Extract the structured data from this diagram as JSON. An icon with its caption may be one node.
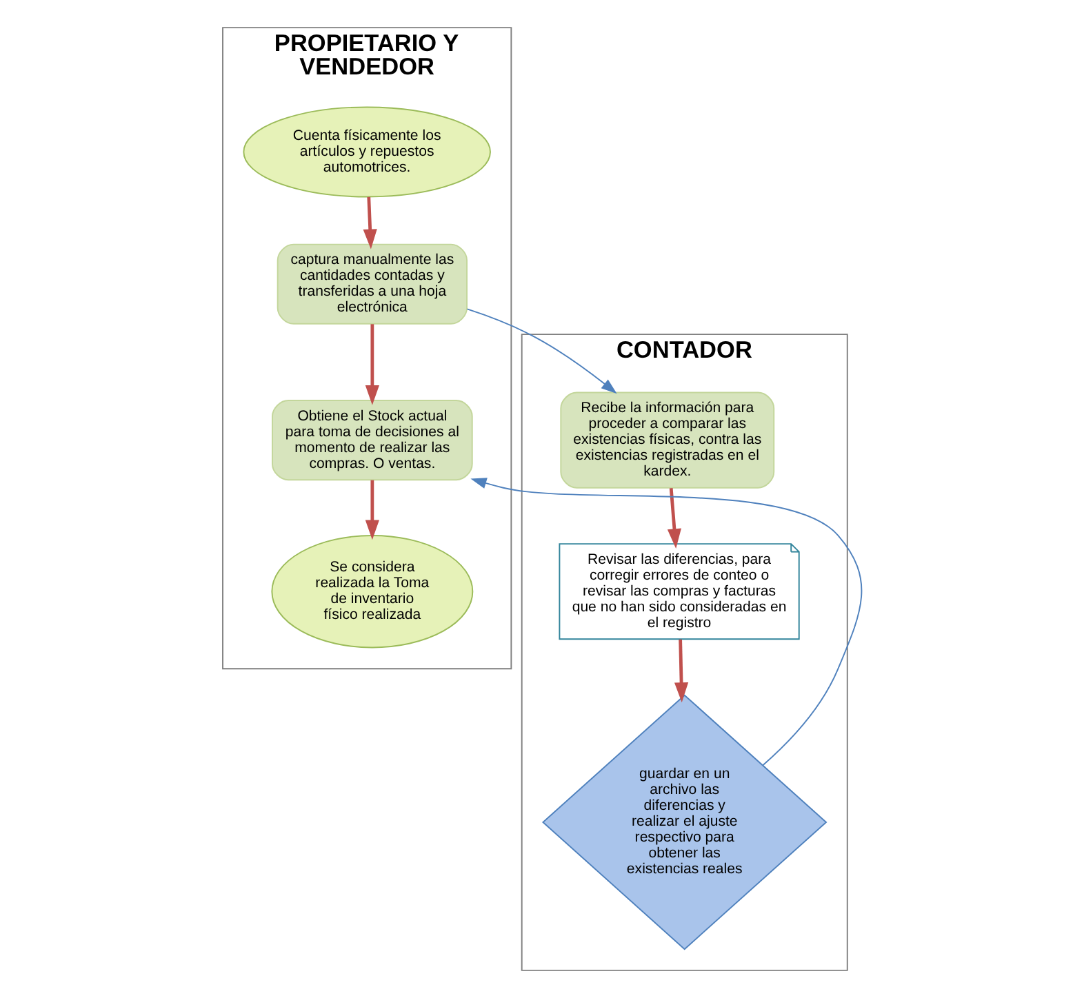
{
  "diagram": {
    "nodes": [
      {
        "text": [
          "PROPIETARIO Y VENDEDOR"
        ]
      },
      {
        "text": [
          "Cuenta físicamente los artículos y repuestos automotrices."
        ],
        "in": 0
      },
      {
        "text": [
          "captura manualmente las cantidades contadas y transferidas a una hoja electrónica"
        ],
        "in": 0
      },
      {
        "text": [
          "Obtiene el Stock actual para toma de decisiones al momento de realizar las compras. O ventas."
        ],
        "in": 0
      },
      {
        "text": [
          "Se considera realizada la Toma de inventario físico realizada"
        ],
        "in": 0
      },
      {
        "text": [
          "CONTADOR"
        ]
      },
      {
        "text": [
          "Recibe la información para proceder a comparar las existencias físicas, contra las existencias registradas en el kardex."
        ],
        "in": 5
      },
      {
        "text": [
          "Revisar las diferencias, para corregir errores de conteo o revisar las compras y facturas que no han sido consideradas en el registro"
        ],
        "in": 5
      },
      {
        "text": [
          "guardar en un archivo las diferencias y realizar el ajuste respectivo para obtener las existencias reales"
        ],
        "in": 5
      }
    ],
    "edges": [
      {
        "from": 1,
        "to": 2,
        "arrow": "to"
      },
      {
        "from": 2,
        "to": 3,
        "arrow": "to"
      },
      {
        "from": 3,
        "to": 4,
        "arrow": "to"
      },
      {
        "from": 2,
        "to": 6,
        "arrow": "to",
        "color": "#4f81bd"
      },
      {
        "from": 6,
        "to": 7,
        "arrow": "to"
      },
      {
        "from": 7,
        "to": 8,
        "arrow": "to"
      },
      {
        "from": 8,
        "to": 3,
        "arrow": "to",
        "color": "#4f81bd"
      }
    ]
  }
}
